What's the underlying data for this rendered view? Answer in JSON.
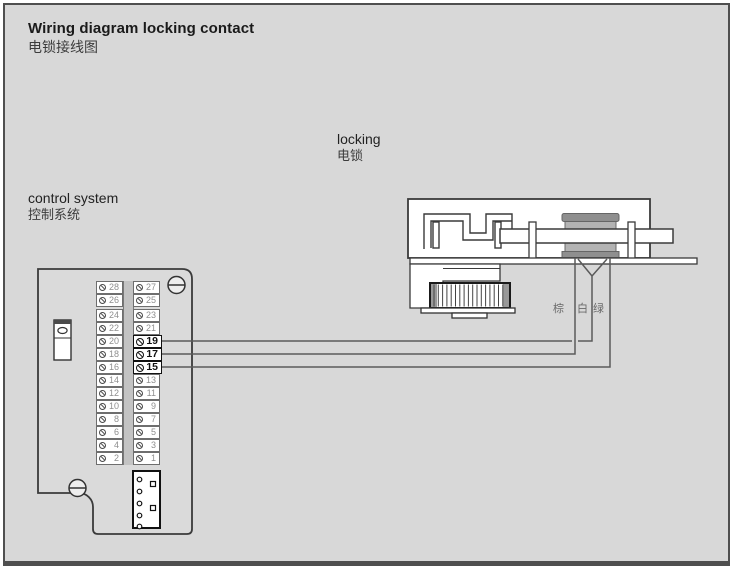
{
  "title": {
    "en": "Wiring diagram locking contact",
    "zh": "电锁接线图"
  },
  "labels": {
    "locking": {
      "en": "locking",
      "zh": "电锁"
    },
    "control_system": {
      "en": "control system",
      "zh": "控制系统"
    }
  },
  "wire_labels": [
    {
      "color_name": "brown",
      "zh": "棕"
    },
    {
      "color_name": "white",
      "zh": "白"
    },
    {
      "color_name": "green",
      "zh": "绿"
    }
  ],
  "terminals": {
    "left_column": [
      28,
      26,
      24,
      22,
      20,
      18,
      16,
      14,
      12,
      10,
      8,
      6,
      4,
      2
    ],
    "right_column": [
      27,
      25,
      23,
      21,
      19,
      17,
      15,
      13,
      11,
      9,
      7,
      5,
      3,
      1
    ],
    "highlighted": [
      19,
      17,
      15
    ]
  },
  "connections": [
    {
      "terminal": 19,
      "wire_zh": "白",
      "wire": "white"
    },
    {
      "terminal": 17,
      "wire_zh": "棕",
      "wire": "brown"
    },
    {
      "terminal": 15,
      "wire_zh": "绿",
      "wire": "green"
    }
  ],
  "colors": {
    "background": "#d8d8d8",
    "panel_border": "#4f4f4f",
    "line": "#3a3a3a",
    "wire": "#5a5a5a",
    "highlight": "#111111",
    "muted_text": "#8f8f8f",
    "solenoid_fill": "#b3b3b3",
    "solenoid_cap": "#8f8f8f"
  }
}
